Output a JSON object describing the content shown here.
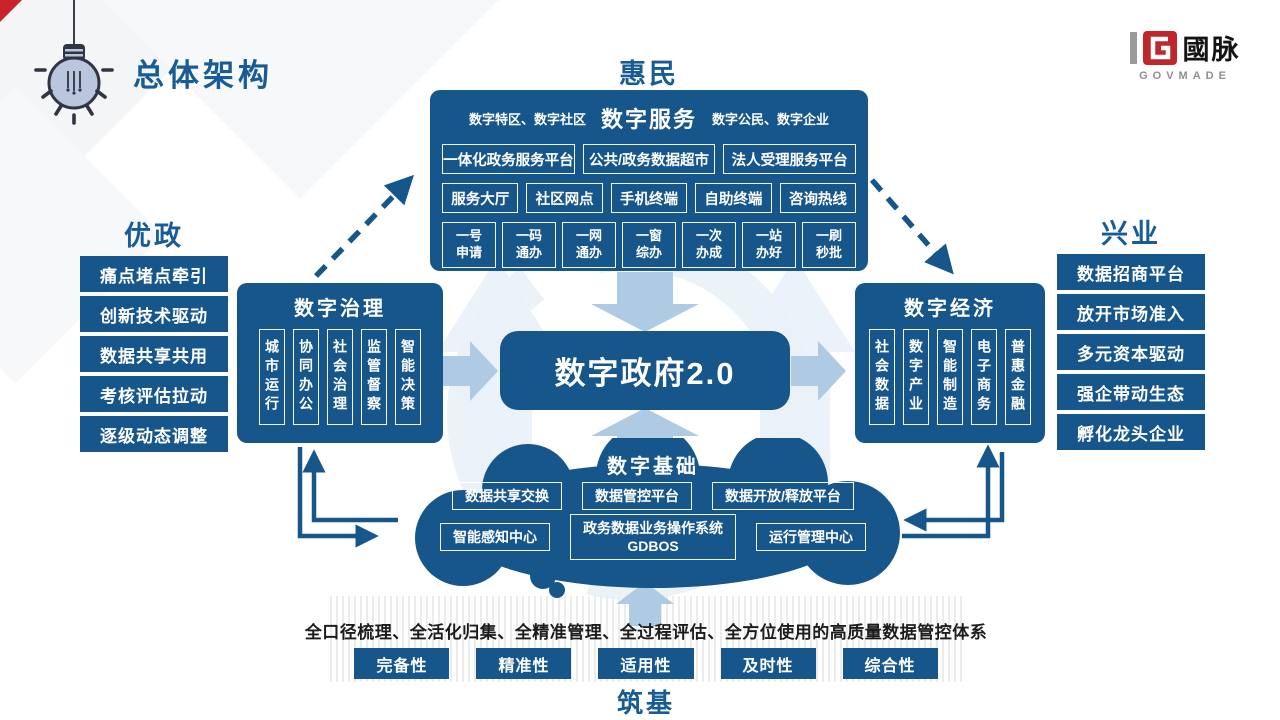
{
  "page": {
    "title": "总体架构"
  },
  "logo": {
    "name": "國脉",
    "caption": "GOVMADE"
  },
  "headings": {
    "top": "惠民",
    "left": "优政",
    "right": "兴业",
    "bottom": "筑基"
  },
  "service": {
    "tag_left": "数字特区、数字社区",
    "title": "数字服务",
    "tag_right": "数字公民、数字企业",
    "row1": [
      "一体化政务服务平台",
      "公共/政务数据超市",
      "法人受理服务平台"
    ],
    "row2": [
      "服务大厅",
      "社区网点",
      "手机终端",
      "自助终端",
      "咨询热线"
    ],
    "row3": [
      "一号\n申请",
      "一码\n通办",
      "一网\n通办",
      "一窗\n综办",
      "一次\n办成",
      "一站\n办好",
      "一刷\n秒批"
    ]
  },
  "youzheng": {
    "items": [
      "痛点堵点牵引",
      "创新技术驱动",
      "数据共享共用",
      "考核评估拉动",
      "逐级动态调整"
    ]
  },
  "xingye": {
    "items": [
      "数据招商平台",
      "放开市场准入",
      "多元资本驱动",
      "强企带动生态",
      "孵化龙头企业"
    ]
  },
  "governance": {
    "title": "数字治理",
    "columns": [
      "城市运行",
      "协同办公",
      "社会治理",
      "监管督察",
      "智能决策"
    ]
  },
  "economy": {
    "title": "数字经济",
    "columns": [
      "社会数据",
      "数字产业",
      "智能制造",
      "电子商务",
      "普惠金融"
    ]
  },
  "center": {
    "label": "数字政府2.0"
  },
  "foundation": {
    "title": "数字基础",
    "row1": [
      "数据共享交换",
      "数据管控平台",
      "数据开放/释放平台"
    ],
    "row2": [
      "智能感知中心",
      "政务数据业务操作系统\nGDBOS",
      "运行管理中心"
    ]
  },
  "quality": {
    "statement": "全口径梳理、全活化归集、全精准管理、全过程评估、全方位使用的高质量数据管控体系",
    "badges": [
      "完备性",
      "精准性",
      "适用性",
      "及时性",
      "综合性"
    ]
  },
  "colors": {
    "primary": "#16568B",
    "heading": "#175C94",
    "arrow_light": "#AFCBE4",
    "arrow_pale": "#EAF1F8",
    "logo_red": "#C0272D"
  }
}
